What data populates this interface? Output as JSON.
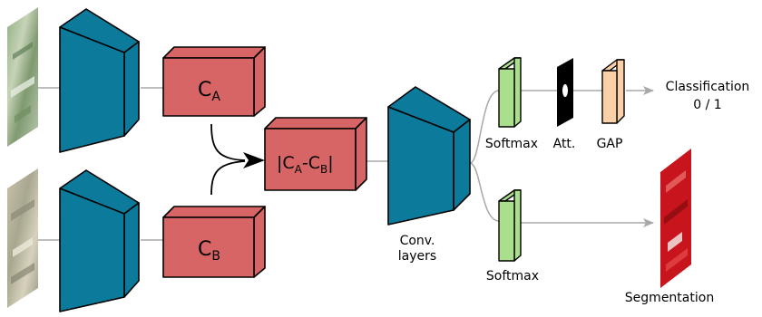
{
  "labels": {
    "ca": "C",
    "ca_sub": "A",
    "cb": "C",
    "cb_sub": "B",
    "diff_open": "|C",
    "diff_sub_a": "A",
    "diff_minus": "-C",
    "diff_sub_b": "B",
    "diff_close": "|",
    "conv_line1": "Conv.",
    "conv_line2": "layers",
    "softmax_top": "Softmax",
    "att": "Att.",
    "gap": "GAP",
    "softmax_bottom": "Softmax",
    "classification_line1": "Classification",
    "classification_line2": "0 / 1",
    "segmentation": "Segmentation"
  },
  "colors": {
    "encoder": "#0b7a9b",
    "feature_box": "#d86565",
    "softmax_block": "#a9df8d",
    "gap_block": "#fcd0a7",
    "attention_map": "#000000",
    "connector": "#a8a8a8",
    "segmentation_output": "#c8141c"
  }
}
